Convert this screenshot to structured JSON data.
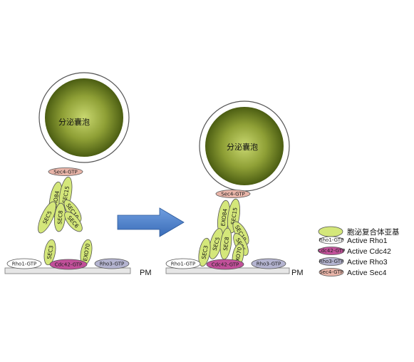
{
  "vesicle_label": "分泌囊泡",
  "pm_label": "PM",
  "gtp": {
    "rho1": "Rho1-GTP",
    "cdc42": "Cdc42-GTP",
    "rho3": "Rho3-GTP",
    "sec4": "Sec4-GTP"
  },
  "subunits": {
    "exo84": "EXO84",
    "sec15": "SEC15",
    "sec10": "SEC10",
    "sec5": "SEC5",
    "sec8": "SEC8",
    "sec6": "SEC6",
    "sec3": "SEC3",
    "exo70": "EXO70"
  },
  "legend": {
    "subunit": "胞泌复合体亚基",
    "rho1_icon": "Rho1-GTP",
    "rho1": "Active Rho1",
    "cdc42_icon": "Cdc42-GTP",
    "cdc42": "Active Cdc42",
    "rho3_icon": "Rho3-GTP",
    "rho3": "Active Rho3",
    "sec4_icon": "Sec4-GTP",
    "sec4": "Active Sec4"
  },
  "colors": {
    "subunit_fill": "#d4e77a",
    "rho1_fill": "#ffffff",
    "cdc42_fill": "#c2509a",
    "rho3_fill": "#b4b4d0",
    "sec4_fill": "#e8b4a8",
    "membrane": "#e6e6e6",
    "arrow": "#4a7fc9"
  }
}
